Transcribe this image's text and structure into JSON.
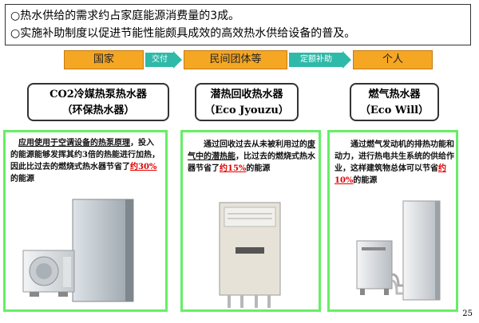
{
  "intro": {
    "line1": "○热水供给的需求约占家庭能源消费量的3成。",
    "line2": "○实施补助制度以促进节能性能颇具成效的高效热水供给设备的普及。"
  },
  "flow": {
    "country": "国家",
    "arrow1": "交付",
    "organization": "民间团体等",
    "arrow2": "定额补助",
    "individual": "个人"
  },
  "products": [
    {
      "title1": "CO2冷媒热泵热水器",
      "title2": "（环保热水器）",
      "desc_a": "应用使用于空调设备的热泵原理",
      "desc_b": "，投入的能源能够发挥其约3倍的热能进行加热，因此比过去的燃烧式热水器节省了",
      "desc_hl": "约30%",
      "desc_end": "的能源"
    },
    {
      "title1": "潜热回收热水器",
      "title2": "（Eco Jyouzu）",
      "desc_a": "通过回收过去从未被利用过的",
      "desc_b": "废气中的潜热能",
      "desc_c": "，比过去的燃烧式热水器节省了",
      "desc_hl": "约15%",
      "desc_end": "的能源"
    },
    {
      "title1": "燃气热水器",
      "title2": "（Eco Will）",
      "desc_a": "通过燃气发动机的排热功能和动力，进行热电共生系统的供给作业，这样建筑物总体可以节省",
      "desc_hl": "约10%",
      "desc_end": "的能源"
    }
  ],
  "page_number": "25",
  "colors": {
    "flow_box": "#f5a623",
    "arrow": "#2fb9a8",
    "panel_border": "#66ee66",
    "highlight": "#e00000"
  }
}
